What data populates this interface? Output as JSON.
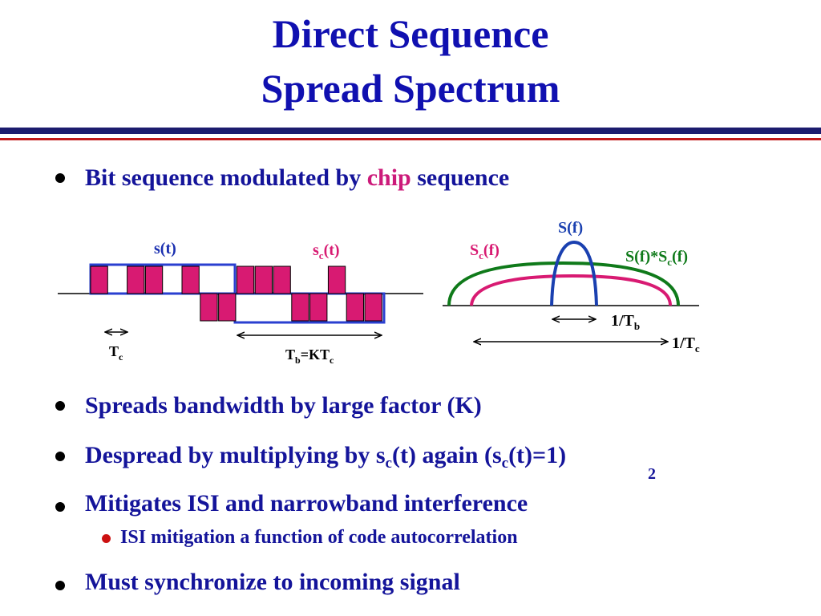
{
  "title": {
    "line1": "Direct Sequence",
    "line2": "Spread Spectrum"
  },
  "bullets": {
    "b1": {
      "pre": "Bit sequence modulated by ",
      "highlight": "chip",
      "post": " sequence"
    },
    "b2": "Spreads bandwidth by large factor (K)",
    "b3": {
      "part1": "Despread by multiplying by s",
      "sub1": "c",
      "part2": "(t) again (s",
      "sub2": "c",
      "sub2b": "2",
      "part3": "(t)=1)"
    },
    "b4": "Mitigates ISI and narrowband interference",
    "b4_sub": "ISI mitigation a function of code autocorrelation",
    "b5": "Must synchronize to incoming signal"
  },
  "time_diagram": {
    "s_label": "s(t)",
    "sc_label_base": "s",
    "sc_label_sub": "c",
    "sc_label_tail": "(t)",
    "tc_base": "T",
    "tc_sub": "c",
    "tb_base": "T",
    "tb_sub": "b",
    "tb_mid": "=KT",
    "tb_sub2": "c",
    "chips": [
      1,
      0,
      1,
      1,
      0,
      1,
      -1,
      -1,
      1,
      1,
      1,
      -1,
      -1,
      1,
      -1,
      -1
    ],
    "colors": {
      "chip": "#d81a72",
      "bit": "#2a3fd0"
    }
  },
  "freq_diagram": {
    "sf_label": "S(f)",
    "scf_base": "S",
    "scf_sub": "c",
    "scf_tail": "(f)",
    "conv_base": "S(f)*S",
    "conv_sub": "c",
    "conv_tail": "(f)",
    "tb_base": "1/T",
    "tb_sub": "b",
    "tc_base": "1/T",
    "tc_sub": "c",
    "colors": {
      "sf": "#1a40b0",
      "scf": "#d81a72",
      "conv": "#0f7a1a"
    }
  }
}
